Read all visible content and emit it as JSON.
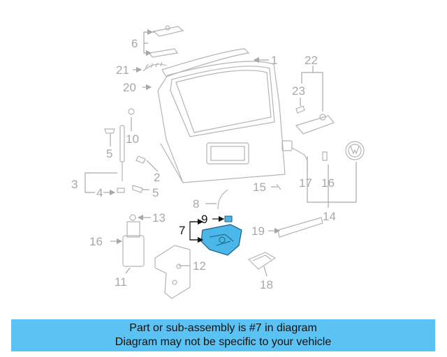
{
  "diagram": {
    "callouts": {
      "c1": "1",
      "c3": "3",
      "c4": "4",
      "c5a": "5",
      "c2": "2",
      "c5b": "5",
      "c6": "6",
      "c7": "7",
      "c8": "8",
      "c9": "9",
      "c10": "10",
      "c11": "11",
      "c12": "12",
      "c13": "13",
      "c14": "14",
      "c15": "15",
      "c16a": "16",
      "c16b": "16",
      "c17": "17",
      "c18": "18",
      "c19": "19",
      "c20": "20",
      "c21": "21",
      "c22": "22",
      "c23": "23"
    },
    "highlight_color": "#4bb6e8",
    "part_color": "#b4b4b4"
  },
  "banner": {
    "line1": "Part or sub-assembly is #7 in diagram",
    "line2": "Diagram may not be specific to your vehicle",
    "background": "#5bc2f4"
  }
}
